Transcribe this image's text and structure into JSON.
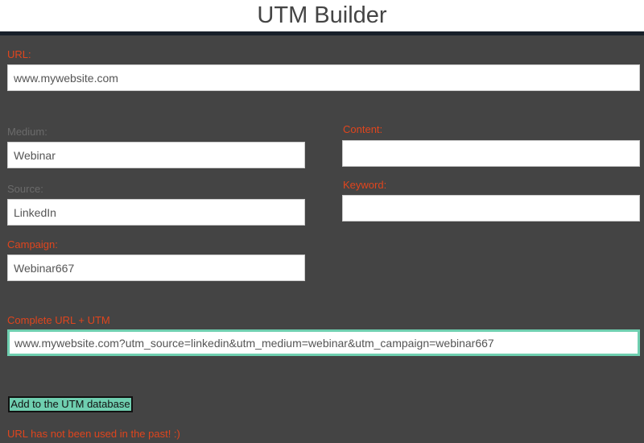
{
  "header": {
    "title": "UTM Builder"
  },
  "form": {
    "url": {
      "label": "URL:",
      "value": "www.mywebsite.com"
    },
    "medium": {
      "label": "Medium:",
      "value": "Webinar"
    },
    "source": {
      "label": "Source:",
      "value": "LinkedIn"
    },
    "campaign": {
      "label": "Campaign:",
      "value": "Webinar667"
    },
    "content": {
      "label": "Content:",
      "value": ""
    },
    "keyword": {
      "label": "Keyword:",
      "value": ""
    },
    "complete": {
      "label": "Complete URL + UTM",
      "value": "www.mywebsite.com?utm_source=linkedin&utm_medium=webinar&utm_campaign=webinar667"
    }
  },
  "actions": {
    "add_label": "Add to the UTM database"
  },
  "status": "URL has not been used in the past! :)",
  "colors": {
    "accent": "#e0451d",
    "teal": "#6fcfb0",
    "background": "#444444"
  }
}
